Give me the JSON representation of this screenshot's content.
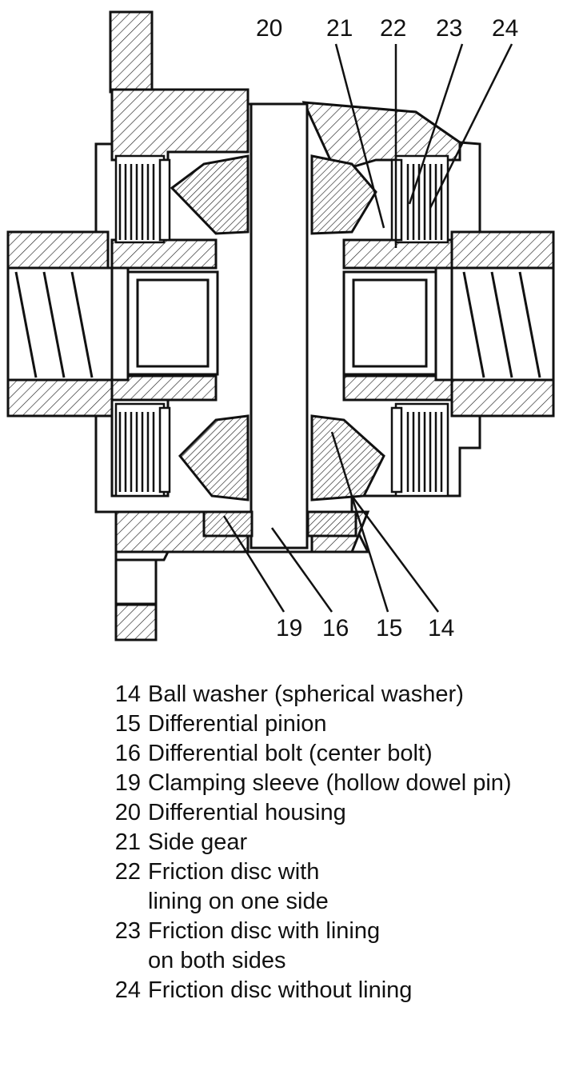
{
  "diagram": {
    "callouts_top": [
      "20",
      "21",
      "22",
      "23",
      "24"
    ],
    "callouts_bottom": [
      "19",
      "16",
      "15",
      "14"
    ]
  },
  "legend": [
    {
      "num": "14",
      "text": "Ball washer (spherical washer)"
    },
    {
      "num": "15",
      "text": "Differential pinion"
    },
    {
      "num": "16",
      "text": "Differential bolt (center bolt)"
    },
    {
      "num": "19",
      "text": "Clamping sleeve (hollow dowel pin)"
    },
    {
      "num": "20",
      "text": "Differential housing"
    },
    {
      "num": "21",
      "text": "Side gear"
    },
    {
      "num": "22",
      "text": "Friction disc with lining on one side"
    },
    {
      "num": "23",
      "text": "Friction disc with lining on both sides"
    },
    {
      "num": "24",
      "text": "Friction disc without lining"
    }
  ]
}
